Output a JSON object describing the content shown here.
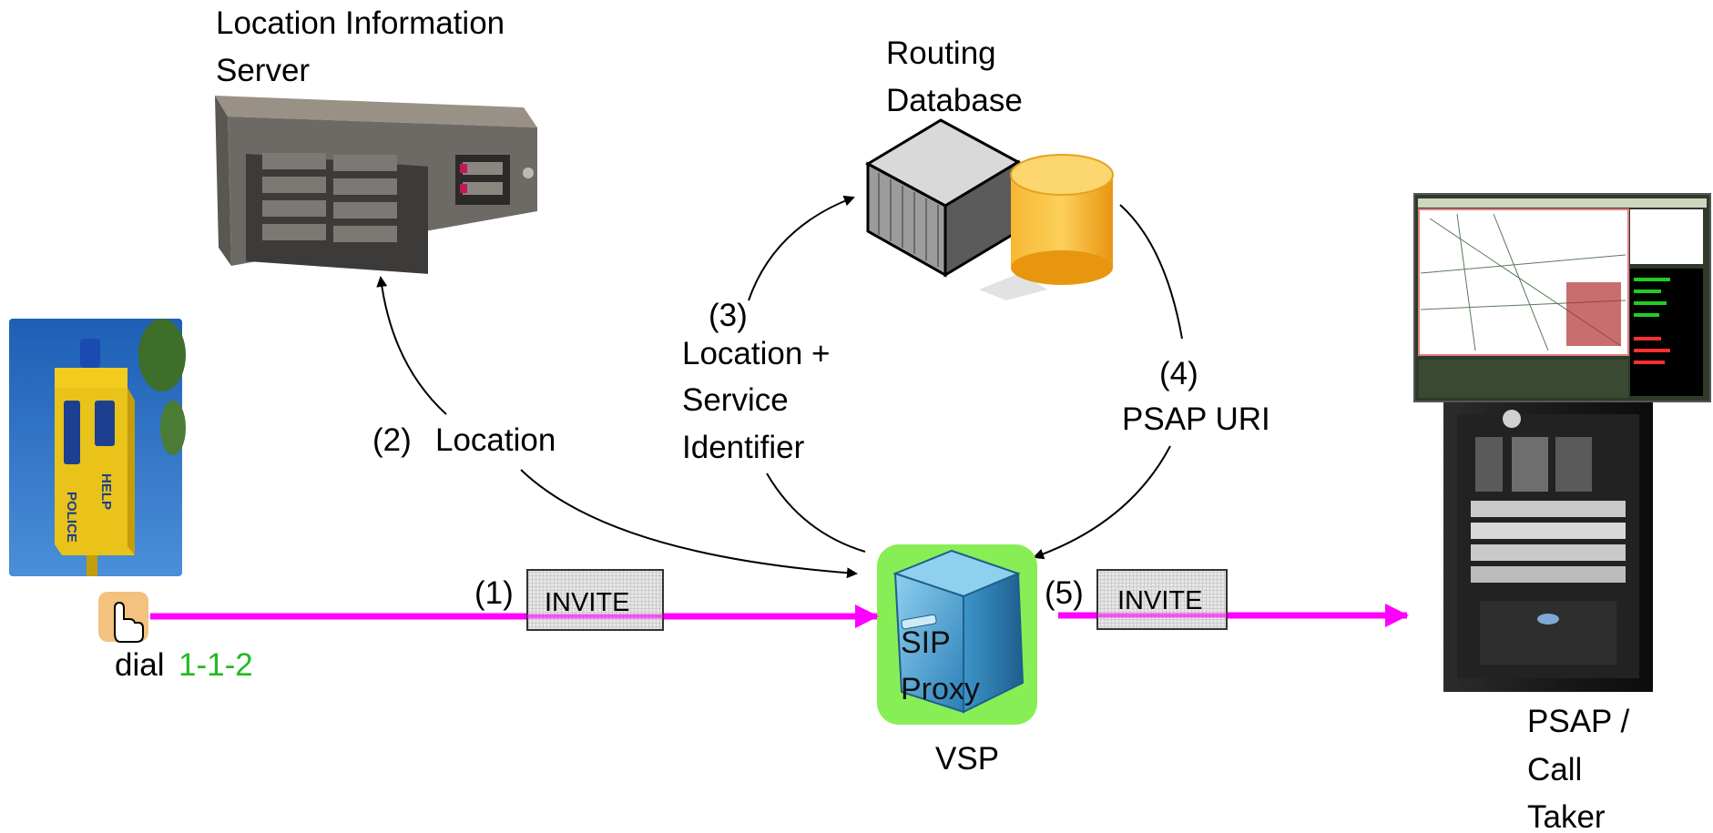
{
  "nodes": {
    "lis": {
      "label_line1": "Location Information",
      "label_line2": "Server"
    },
    "routing_db": {
      "label_line1": "Routing",
      "label_line2": "Database"
    },
    "sip_proxy": {
      "label_line1": "SIP",
      "label_line2": "Proxy",
      "caption": "VSP"
    },
    "caller": {
      "dial_prefix": "dial ",
      "dial_number": "1-1-2"
    },
    "psap": {
      "label_line1": "PSAP /",
      "label_line2": "Call",
      "label_line3": "Taker"
    }
  },
  "steps": {
    "step1": {
      "num": "(1)",
      "message": "INVITE"
    },
    "step2": {
      "num": "(2)",
      "text": "Location"
    },
    "step3": {
      "num": "(3)",
      "line1": "Location +",
      "line2": "Service",
      "line3": "Identifier"
    },
    "step4": {
      "num": "(4)",
      "text": "PSAP URI"
    },
    "step5": {
      "num": "(5)",
      "message": "INVITE"
    }
  },
  "colors": {
    "call_arrow": "#ff00ff",
    "sip_proxy_bg": "#88ee55",
    "dial_number": "#22bb22",
    "database": "#f5a623"
  },
  "icons": [
    "server-icon",
    "database-icon",
    "sip-proxy-icon",
    "emergency-phone-pillar-icon",
    "hand-pointer-icon",
    "psap-workstation-icon",
    "server-rack-icon"
  ]
}
